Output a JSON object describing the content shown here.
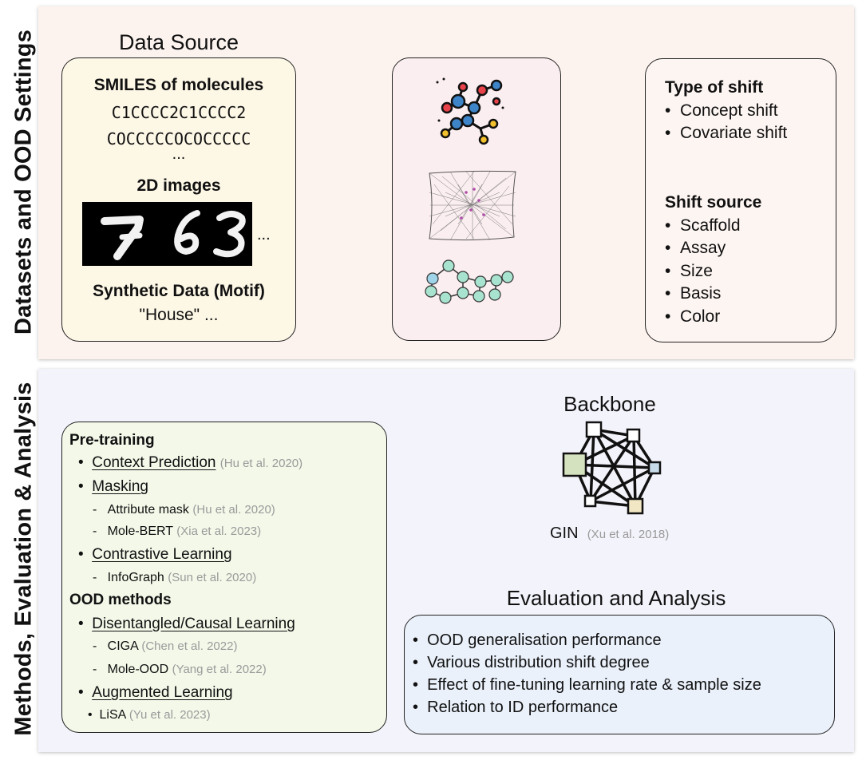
{
  "side_labels": {
    "top": "Datasets and OOD Settings",
    "bottom": "Methods, Evaluation & Analysis"
  },
  "data_source": {
    "title": "Data Source",
    "smiles_heading": "SMILES of molecules",
    "smiles": [
      "C1CCCC2C1CCCC2",
      "COCCCCCOCOCCCCC"
    ],
    "smiles_ellipsis": "...",
    "images_heading": "2D images",
    "images_ellipsis": "...",
    "synthetic_heading": "Synthetic Data (Motif)",
    "synthetic_example": "\"House\" ..."
  },
  "shift": {
    "type_heading": "Type of shift",
    "types": [
      "Concept shift",
      "Covariate shift"
    ],
    "source_heading": "Shift source",
    "sources": [
      "Scaffold",
      "Assay",
      "Size",
      "Basis",
      "Color"
    ]
  },
  "methods": {
    "pretraining_heading": "Pre-training",
    "context_prediction": "Context Prediction",
    "context_prediction_cite": "(Hu et al. 2020)",
    "masking": "Masking",
    "attribute_mask": "Attribute mask",
    "attribute_mask_cite": "(Hu et al. 2020)",
    "mole_bert": "Mole-BERT",
    "mole_bert_cite": "(Xia et al. 2023)",
    "contrastive": "Contrastive Learning",
    "infograph": "InfoGraph",
    "infograph_cite": "(Sun et al. 2020)",
    "ood_heading": "OOD methods",
    "disentangled": "Disentangled/Causal Learning",
    "ciga": "CIGA",
    "ciga_cite": "(Chen et al. 2022)",
    "mole_ood": "Mole-OOD",
    "mole_ood_cite": "(Yang et al. 2022)",
    "augmented": "Augmented Learning",
    "lisa": "LiSA",
    "lisa_cite": "(Yu et al. 2023)"
  },
  "backbone": {
    "title": "Backbone",
    "model": "GIN",
    "model_cite": "(Xu et al. 2018)"
  },
  "evaluation": {
    "title": "Evaluation and Analysis",
    "items": [
      "OOD generalisation performance",
      "Various distribution shift degree",
      "Effect of fine-tuning learning rate & sample size",
      "Relation to ID performance"
    ]
  },
  "colors": {
    "top_panel_bg": "#fcf3ee",
    "bottom_panel_bg": "#f3f3fb",
    "data_source_box": "#fdf7e6",
    "graph_box": "#fbeef0",
    "shift_box": "#fdf5f2",
    "methods_box": "#f3f8e9",
    "evaluation_box": "#eaf1fb"
  }
}
